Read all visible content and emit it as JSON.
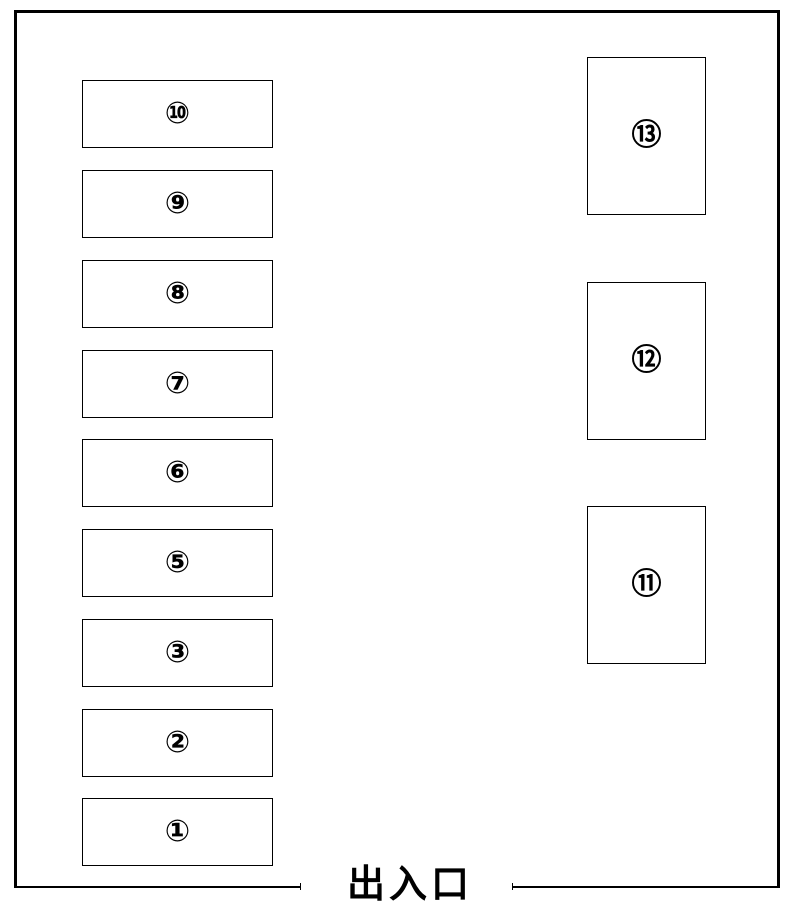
{
  "left_booths": [
    {
      "id": "booth-10",
      "label": "⑩"
    },
    {
      "id": "booth-9",
      "label": "⑨"
    },
    {
      "id": "booth-8",
      "label": "⑧"
    },
    {
      "id": "booth-7",
      "label": "⑦"
    },
    {
      "id": "booth-6",
      "label": "⑥"
    },
    {
      "id": "booth-5",
      "label": "⑤"
    },
    {
      "id": "booth-3",
      "label": "③"
    },
    {
      "id": "booth-2",
      "label": "②"
    },
    {
      "id": "booth-1",
      "label": "①"
    }
  ],
  "right_booths": [
    {
      "id": "booth-13",
      "label": "⑬"
    },
    {
      "id": "booth-12",
      "label": "⑫"
    },
    {
      "id": "booth-11",
      "label": "⑪"
    }
  ],
  "entrance": {
    "label": "出入口"
  },
  "colors": {
    "line": "#000000",
    "background": "#ffffff"
  }
}
